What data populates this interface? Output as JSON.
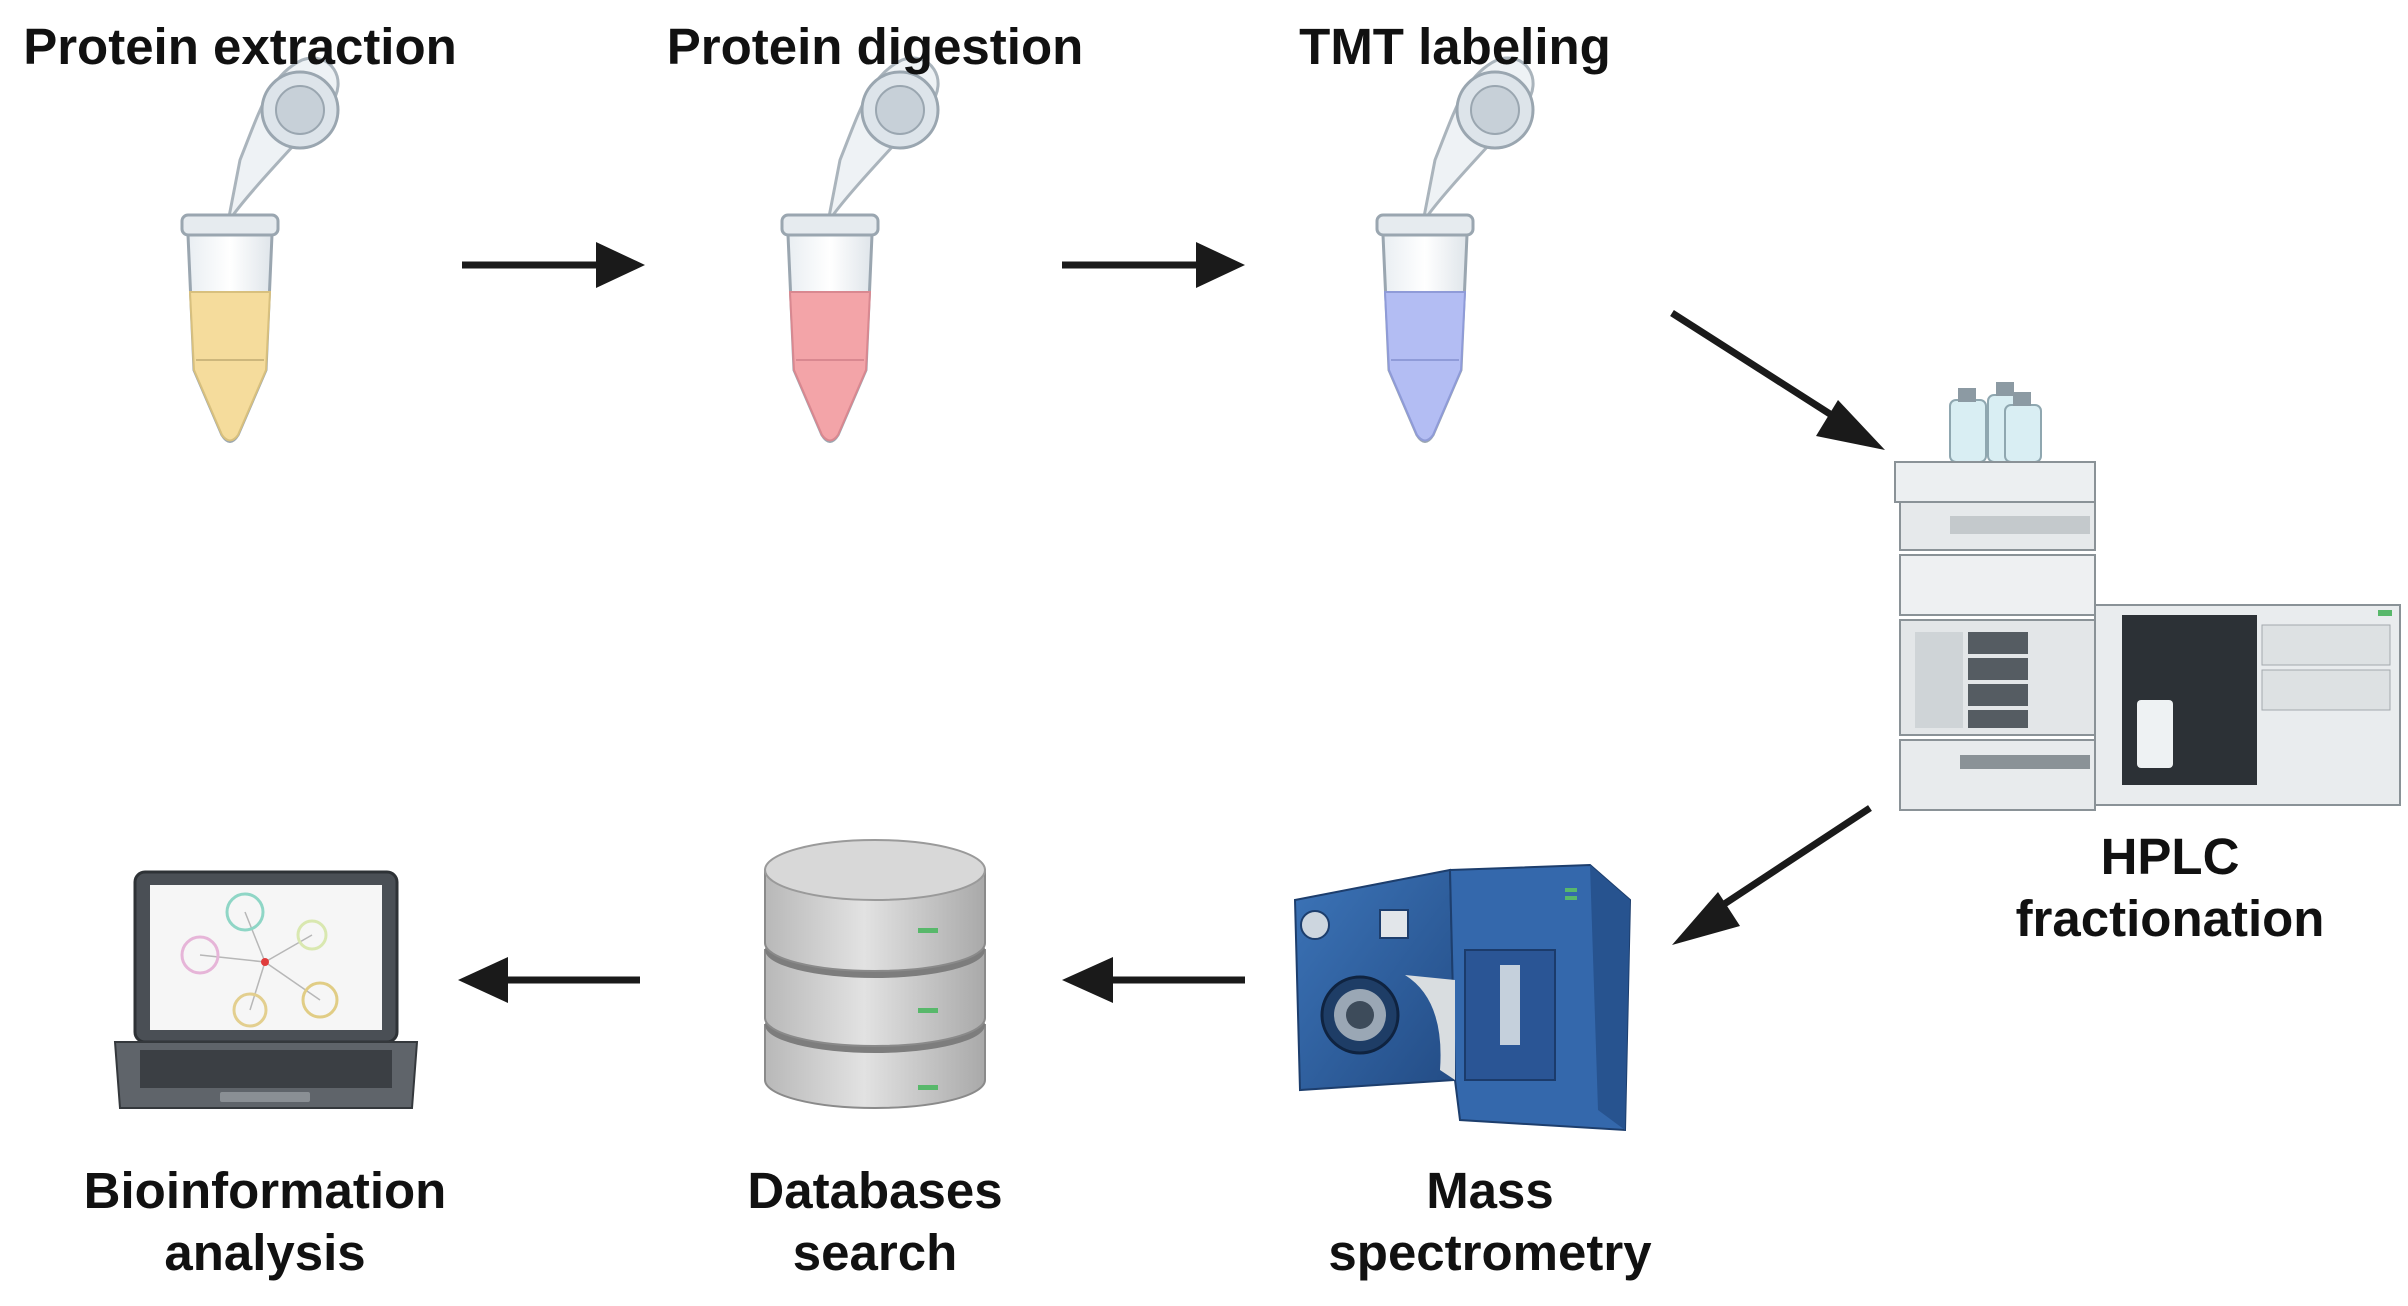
{
  "steps": {
    "extraction": {
      "lines": [
        "Protein extraction"
      ]
    },
    "digestion": {
      "lines": [
        "Protein digestion"
      ]
    },
    "tmt": {
      "lines": [
        "TMT labeling"
      ]
    },
    "hplc": {
      "lines": [
        "HPLC",
        "fractionation"
      ]
    },
    "ms": {
      "lines": [
        "Mass",
        "spectrometry"
      ]
    },
    "db": {
      "lines": [
        "Databases",
        "search"
      ]
    },
    "bioinfo": {
      "lines": [
        "Bioinformation",
        "analysis"
      ]
    }
  },
  "colors": {
    "tube_extraction": "#f5dc9c",
    "tube_digestion": "#f3a4a8",
    "tube_tmt": "#b3bdf3",
    "arrow": "#1a1a1a",
    "ms_blue": "#2e5fa0",
    "db_gray": "#c9c9c9"
  },
  "icons": [
    "tube-icon",
    "arrow-icon",
    "hplc-instrument-icon",
    "mass-spectrometer-icon",
    "database-icon",
    "laptop-network-icon"
  ]
}
